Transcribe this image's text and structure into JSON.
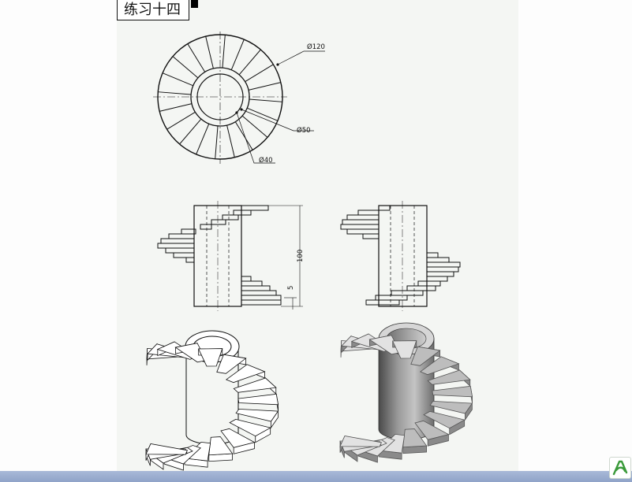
{
  "page": {
    "title": "练习十四"
  },
  "dimensions": {
    "d120": "Ø120",
    "d50": "Ø50",
    "d40": "Ø40",
    "h100": "100",
    "h5": "5"
  },
  "app": {
    "logo_icon": "green-a-logo-icon"
  }
}
